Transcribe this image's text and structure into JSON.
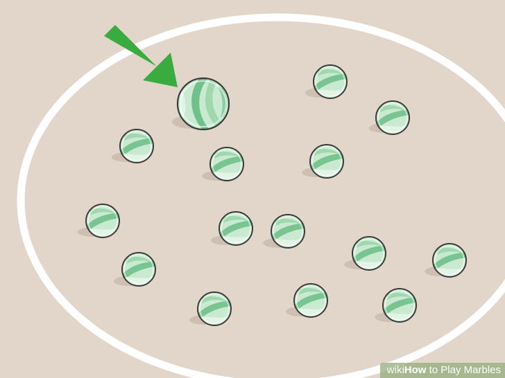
{
  "scene": {
    "description_free": true,
    "background_color": "#e2d6ca",
    "ring_color": "#ffffff",
    "arrow_color": "#3aab3f",
    "marble_colors": {
      "body": "#c9ead0",
      "swirl": "#6fc189",
      "outline": "#3b3b3b",
      "shadow": "#cdbfb2"
    }
  },
  "watermark": {
    "wiki": "wiki",
    "how": "How",
    "rest": " to Play Marbles"
  }
}
